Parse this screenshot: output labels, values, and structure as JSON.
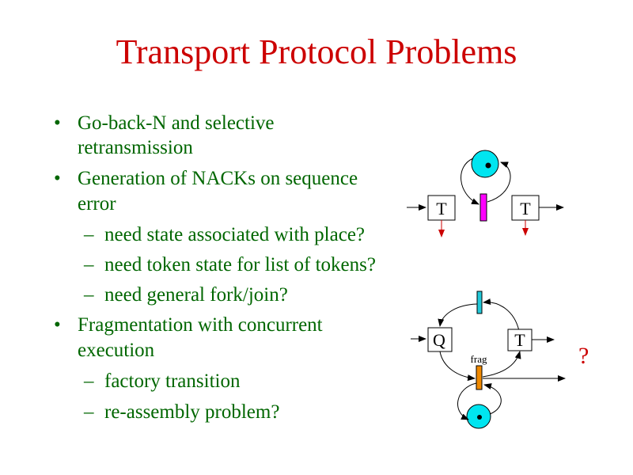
{
  "title": "Transport Protocol Problems",
  "bullets": [
    {
      "lines": [
        "Go-back-N and selective",
        "retransmission"
      ]
    },
    {
      "lines": [
        "Generation of NACKs on sequence",
        "error"
      ],
      "sub": [
        "need state associated with place?",
        "need token state for list of tokens?",
        "need general fork/join?"
      ]
    },
    {
      "lines": [
        "Fragmentation with concurrent",
        "execution"
      ],
      "sub": [
        "factory transition",
        "re-assembly problem?"
      ]
    }
  ],
  "diagram1": {
    "left_label": "T",
    "right_label": "T"
  },
  "diagram2": {
    "left_label": "Q",
    "right_label": "T",
    "frag_label": "frag"
  },
  "question_mark": "?",
  "colors": {
    "title": "#cc0000",
    "text": "#006600",
    "place_fill": "#00e5f0",
    "transition_magenta": "#ff00ff",
    "transition_cyan": "#22c8d8",
    "transition_orange": "#f08a00",
    "arrow_red": "#cc0000"
  }
}
